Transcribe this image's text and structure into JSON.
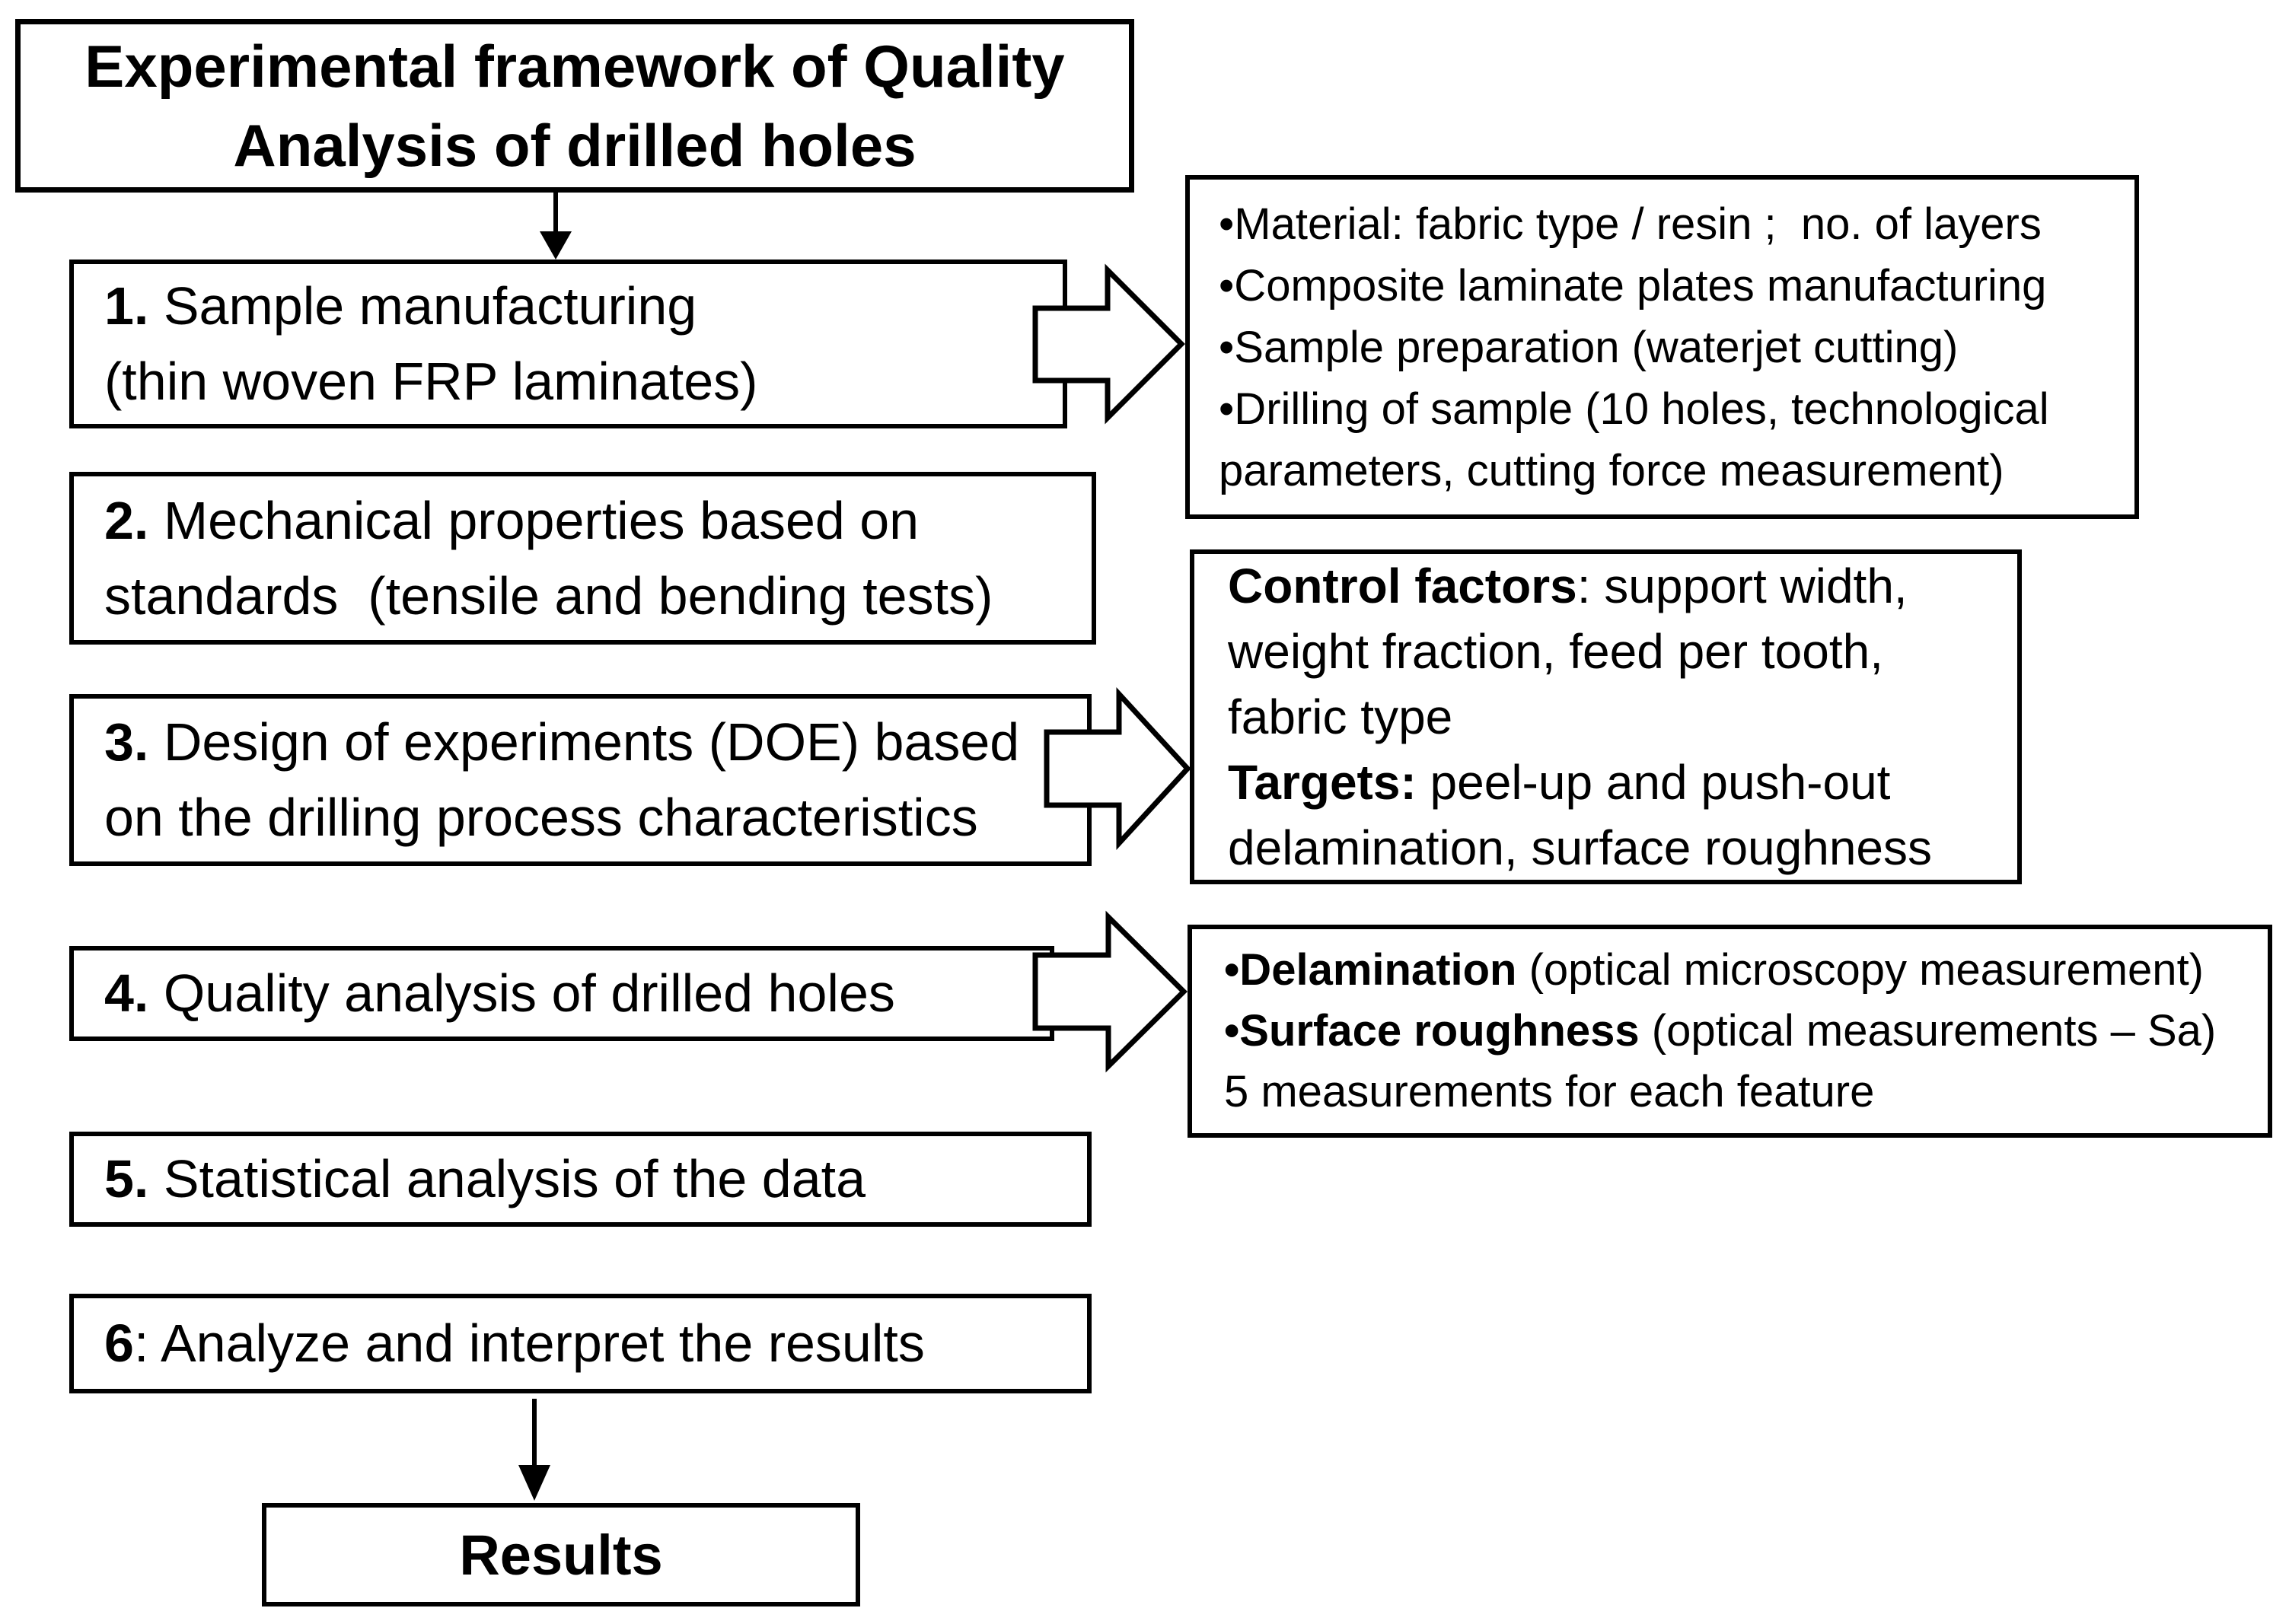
{
  "title": {
    "line1": "Experimental framework of Quality",
    "line2": "Analysis of drilled holes"
  },
  "steps": [
    {
      "number": "1.",
      "line1": " Sample manufacturing",
      "line2": "(thin woven FRP laminates)"
    },
    {
      "number": "2.",
      "line1": " Mechanical properties based on",
      "line2": "standards  (tensile and bending tests)"
    },
    {
      "number": "3.",
      "line1": " Design of experiments (DOE) based",
      "line2": "on the drilling process characteristics"
    },
    {
      "number": "4.",
      "line1": " Quality analysis of drilled holes"
    },
    {
      "number": "5.",
      "line1": " Statistical analysis of the data"
    },
    {
      "number": "6",
      "line1": ": Analyze and interpret the results"
    }
  ],
  "callouts": {
    "sample_details": {
      "lines": [
        {
          "b": "",
          "t": "•Material: fabric type / resin ;  no. of layers"
        },
        {
          "b": "",
          "t": "•Composite laminate plates manufacturing"
        },
        {
          "b": "",
          "t": "•Sample preparation (waterjet cutting)"
        },
        {
          "b": "",
          "t": "•Drilling of sample (10 holes, technological"
        },
        {
          "b": "",
          "t": "parameters, cutting force measurement)"
        }
      ]
    },
    "doe_details": {
      "lines": [
        {
          "b": "Control factors",
          "t": ": support width,"
        },
        {
          "b": "",
          "t": "weight fraction, feed per tooth,"
        },
        {
          "b": "",
          "t": "fabric type"
        },
        {
          "b": "Targets:",
          "t": " peel-up and push-out"
        },
        {
          "b": "",
          "t": "delamination, surface roughness"
        }
      ]
    },
    "quality_details": {
      "lines": [
        {
          "b": "•Delamination",
          "t": " (optical microscopy measurement)"
        },
        {
          "b": "•Surface roughness",
          "t": " (optical measurements – Sa)"
        },
        {
          "b": "",
          "t": "5 measurements for each feature"
        }
      ]
    }
  },
  "results_label": "Results",
  "colors": {
    "stroke": "#000000",
    "fill": "#ffffff"
  }
}
